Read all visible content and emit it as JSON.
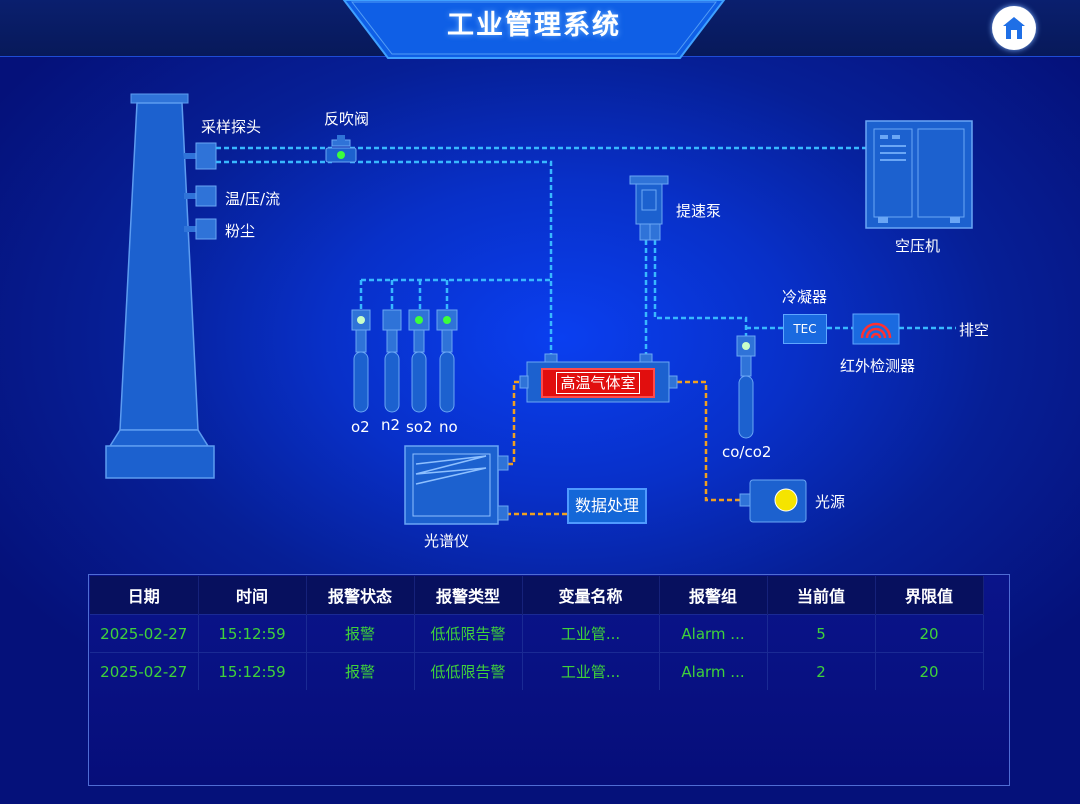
{
  "header": {
    "title": "工业管理系统"
  },
  "home_button": {
    "icon": "home-icon"
  },
  "diagram": {
    "labels": {
      "sampling_probe": "采样探头",
      "backflush_valve": "反吹阀",
      "temp_pressure_flow": "温/压/流",
      "dust": "粉尘",
      "booster_pump": "提速泵",
      "air_compressor": "空压机",
      "condenser": "冷凝器",
      "tec": "TEC",
      "exhaust": "排空",
      "ir_detector": "红外检测器",
      "chamber": "高温气体室",
      "spectrometer": "光谱仪",
      "data_processing": "数据处理",
      "light_source": "光源",
      "co_co2": "co/co2"
    },
    "cylinders": [
      "o2",
      "n2",
      "so2",
      "no"
    ],
    "colors": {
      "gas_line": "#38b8ff",
      "optical_line": "#f0a020",
      "chamber": "#e10e0e",
      "indicator": "#3bff3b",
      "light": "#f5e400"
    }
  },
  "alarm_table": {
    "columns": [
      "日期",
      "时间",
      "报警状态",
      "报警类型",
      "变量名称",
      "报警组",
      "当前值",
      "界限值"
    ],
    "rows": [
      [
        "2025-02-27",
        "15:12:59",
        "报警",
        "低低限告警",
        "工业管...",
        "Alarm ...",
        "5",
        "20"
      ],
      [
        "2025-02-27",
        "15:12:59",
        "报警",
        "低低限告警",
        "工业管...",
        "Alarm ...",
        "2",
        "20"
      ]
    ]
  }
}
